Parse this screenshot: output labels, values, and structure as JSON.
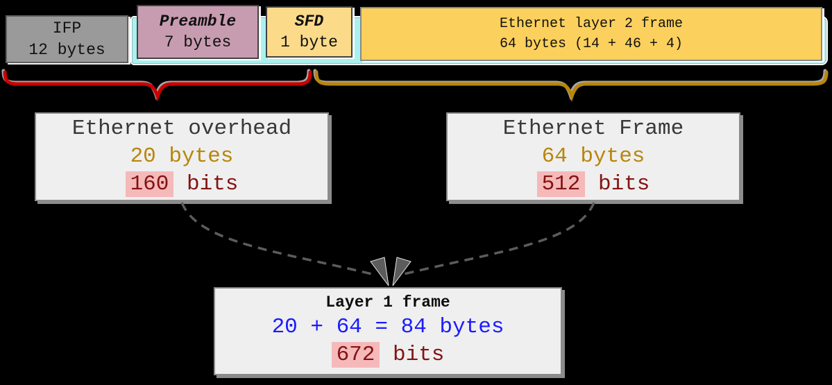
{
  "frame_segments": {
    "ifp": {
      "title": "IFP",
      "subtitle": "12 bytes",
      "fill": "#9a9a9a"
    },
    "preamble": {
      "title": "Preamble",
      "subtitle": "7 bytes",
      "fill": "#c89cb0"
    },
    "sfd": {
      "title": "SFD",
      "subtitle": "1 byte",
      "fill": "#fbda8a"
    },
    "layer2": {
      "title": "Ethernet layer 2 frame",
      "subtitle": "64 bytes (14 + 46 + 4)",
      "fill": "#fcd05c"
    }
  },
  "strip": {
    "fill": "#a9f1ef"
  },
  "braces": {
    "overhead": {
      "color": "#cc0000"
    },
    "frame": {
      "color": "#b8860b"
    }
  },
  "overhead_box": {
    "title": "Ethernet overhead",
    "bytes": "20 bytes",
    "bits_value": "160",
    "bits_unit": "bits"
  },
  "frame_box": {
    "title": "Ethernet Frame",
    "bytes": "64 bytes",
    "bits_value": "512",
    "bits_unit": "bits"
  },
  "layer1_box": {
    "title": "Layer 1 frame",
    "equation": "20 + 64 = 84 bytes",
    "bits_value": "672",
    "bits_unit": "bits"
  },
  "arrow": {
    "color": "#5c5c5c"
  }
}
